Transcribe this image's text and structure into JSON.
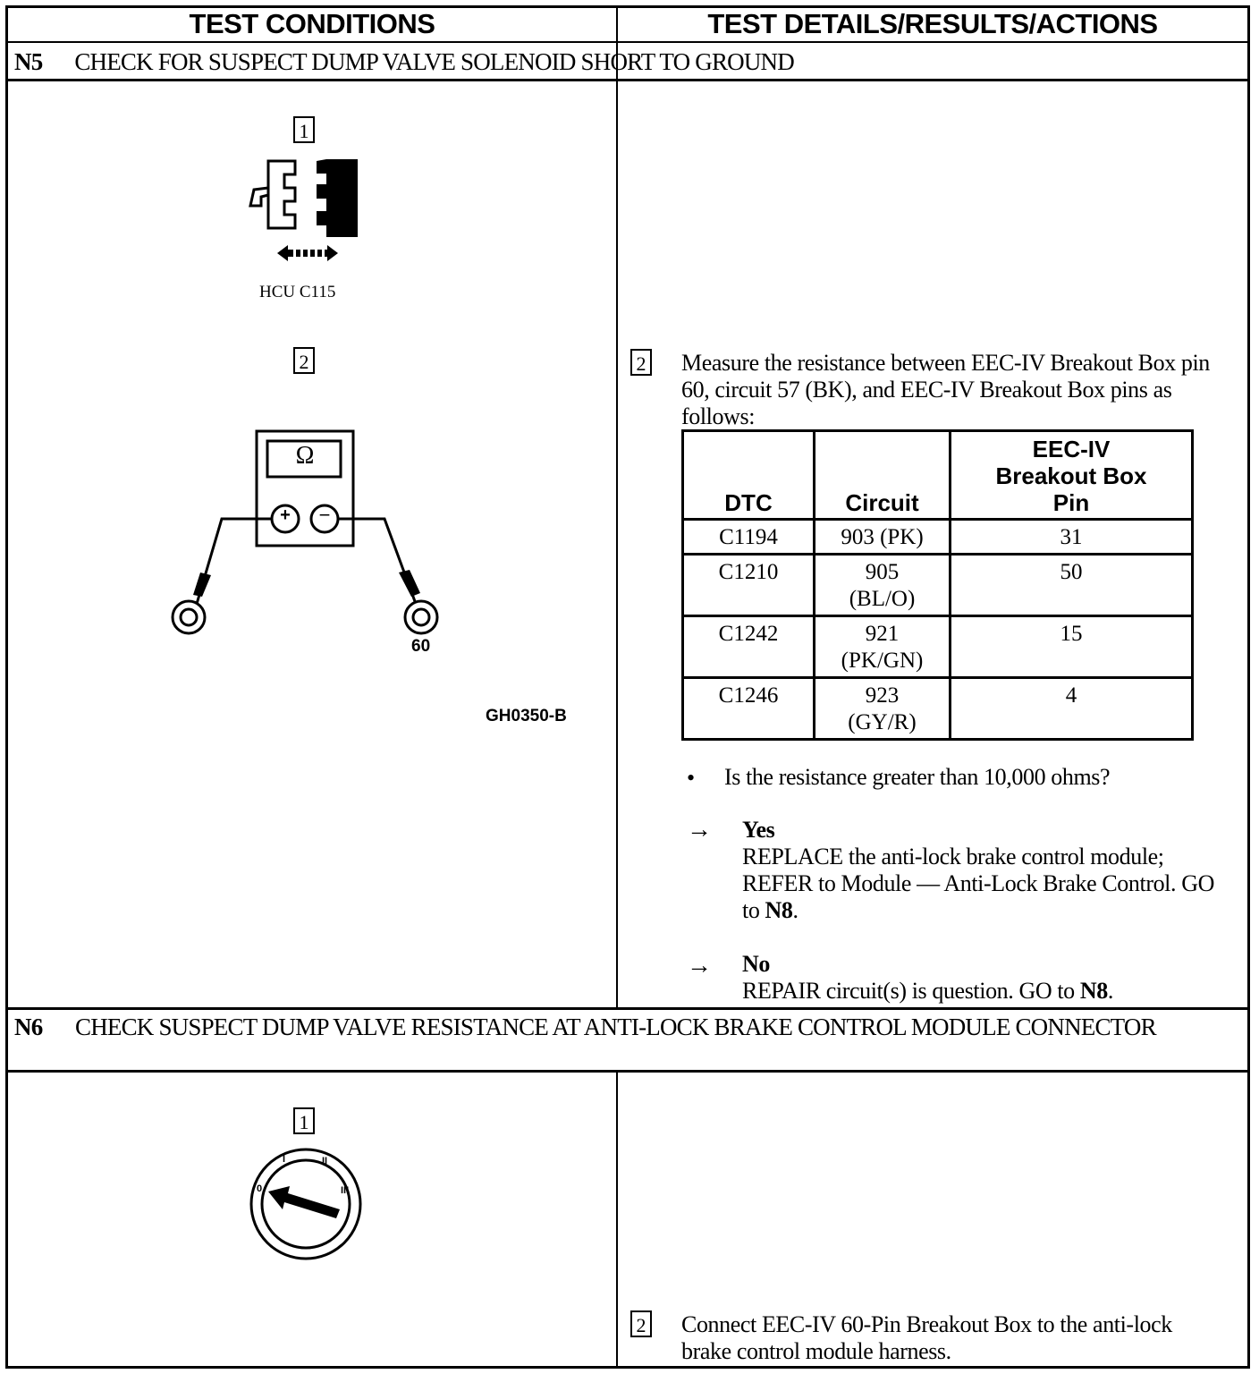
{
  "header": {
    "left": "TEST CONDITIONS",
    "right": "TEST DETAILS/RESULTS/ACTIONS"
  },
  "n5": {
    "code": "N5",
    "title": "CHECK FOR SUSPECT DUMP VALVE SOLENOID SHORT TO GROUND",
    "step1_num": "1",
    "connector_label": "HCU C115",
    "step2_num": "2",
    "meter_symbol": "Ω",
    "plus": "+",
    "minus": "−",
    "probe_label": "60",
    "figure_id": "GH0350-B",
    "right_step_num": "2",
    "instruction": "Measure the resistance between EEC-IV Breakout Box pin 60, circuit 57 (BK), and EEC-IV Breakout Box pins as follows:",
    "table": {
      "headers": [
        "DTC",
        "Circuit",
        "EEC-IV Breakout Box Pin"
      ],
      "rows": [
        [
          "C1194",
          "903 (PK)",
          "31"
        ],
        [
          "C1210",
          "905 (BL/O)",
          "50"
        ],
        [
          "C1242",
          "921 (PK/GN)",
          "15"
        ],
        [
          "C1246",
          "923 (GY/R)",
          "4"
        ]
      ]
    },
    "question_bullet": "•",
    "question": "Is the resistance greater than 10,000 ohms?",
    "arrow": "→",
    "yes_label": "Yes",
    "yes_text": "REPLACE the anti-lock brake control module; REFER to Module — Anti-Lock Brake Control. GO to",
    "yes_goto": "N8",
    "yes_end": ".",
    "no_label": "No",
    "no_text": "REPAIR circuit(s) is question. GO to",
    "no_goto": "N8",
    "no_end": "."
  },
  "n6": {
    "code": "N6",
    "title": "CHECK SUSPECT DUMP VALVE RESISTANCE AT ANTI-LOCK BRAKE CONTROL MODULE CONNECTOR",
    "step1_num": "1",
    "dial_marks": [
      "0",
      "I",
      "II",
      "III"
    ],
    "right_step_num": "2",
    "instruction": "Connect EEC-IV 60-Pin Breakout Box to the anti-lock brake control module harness."
  }
}
